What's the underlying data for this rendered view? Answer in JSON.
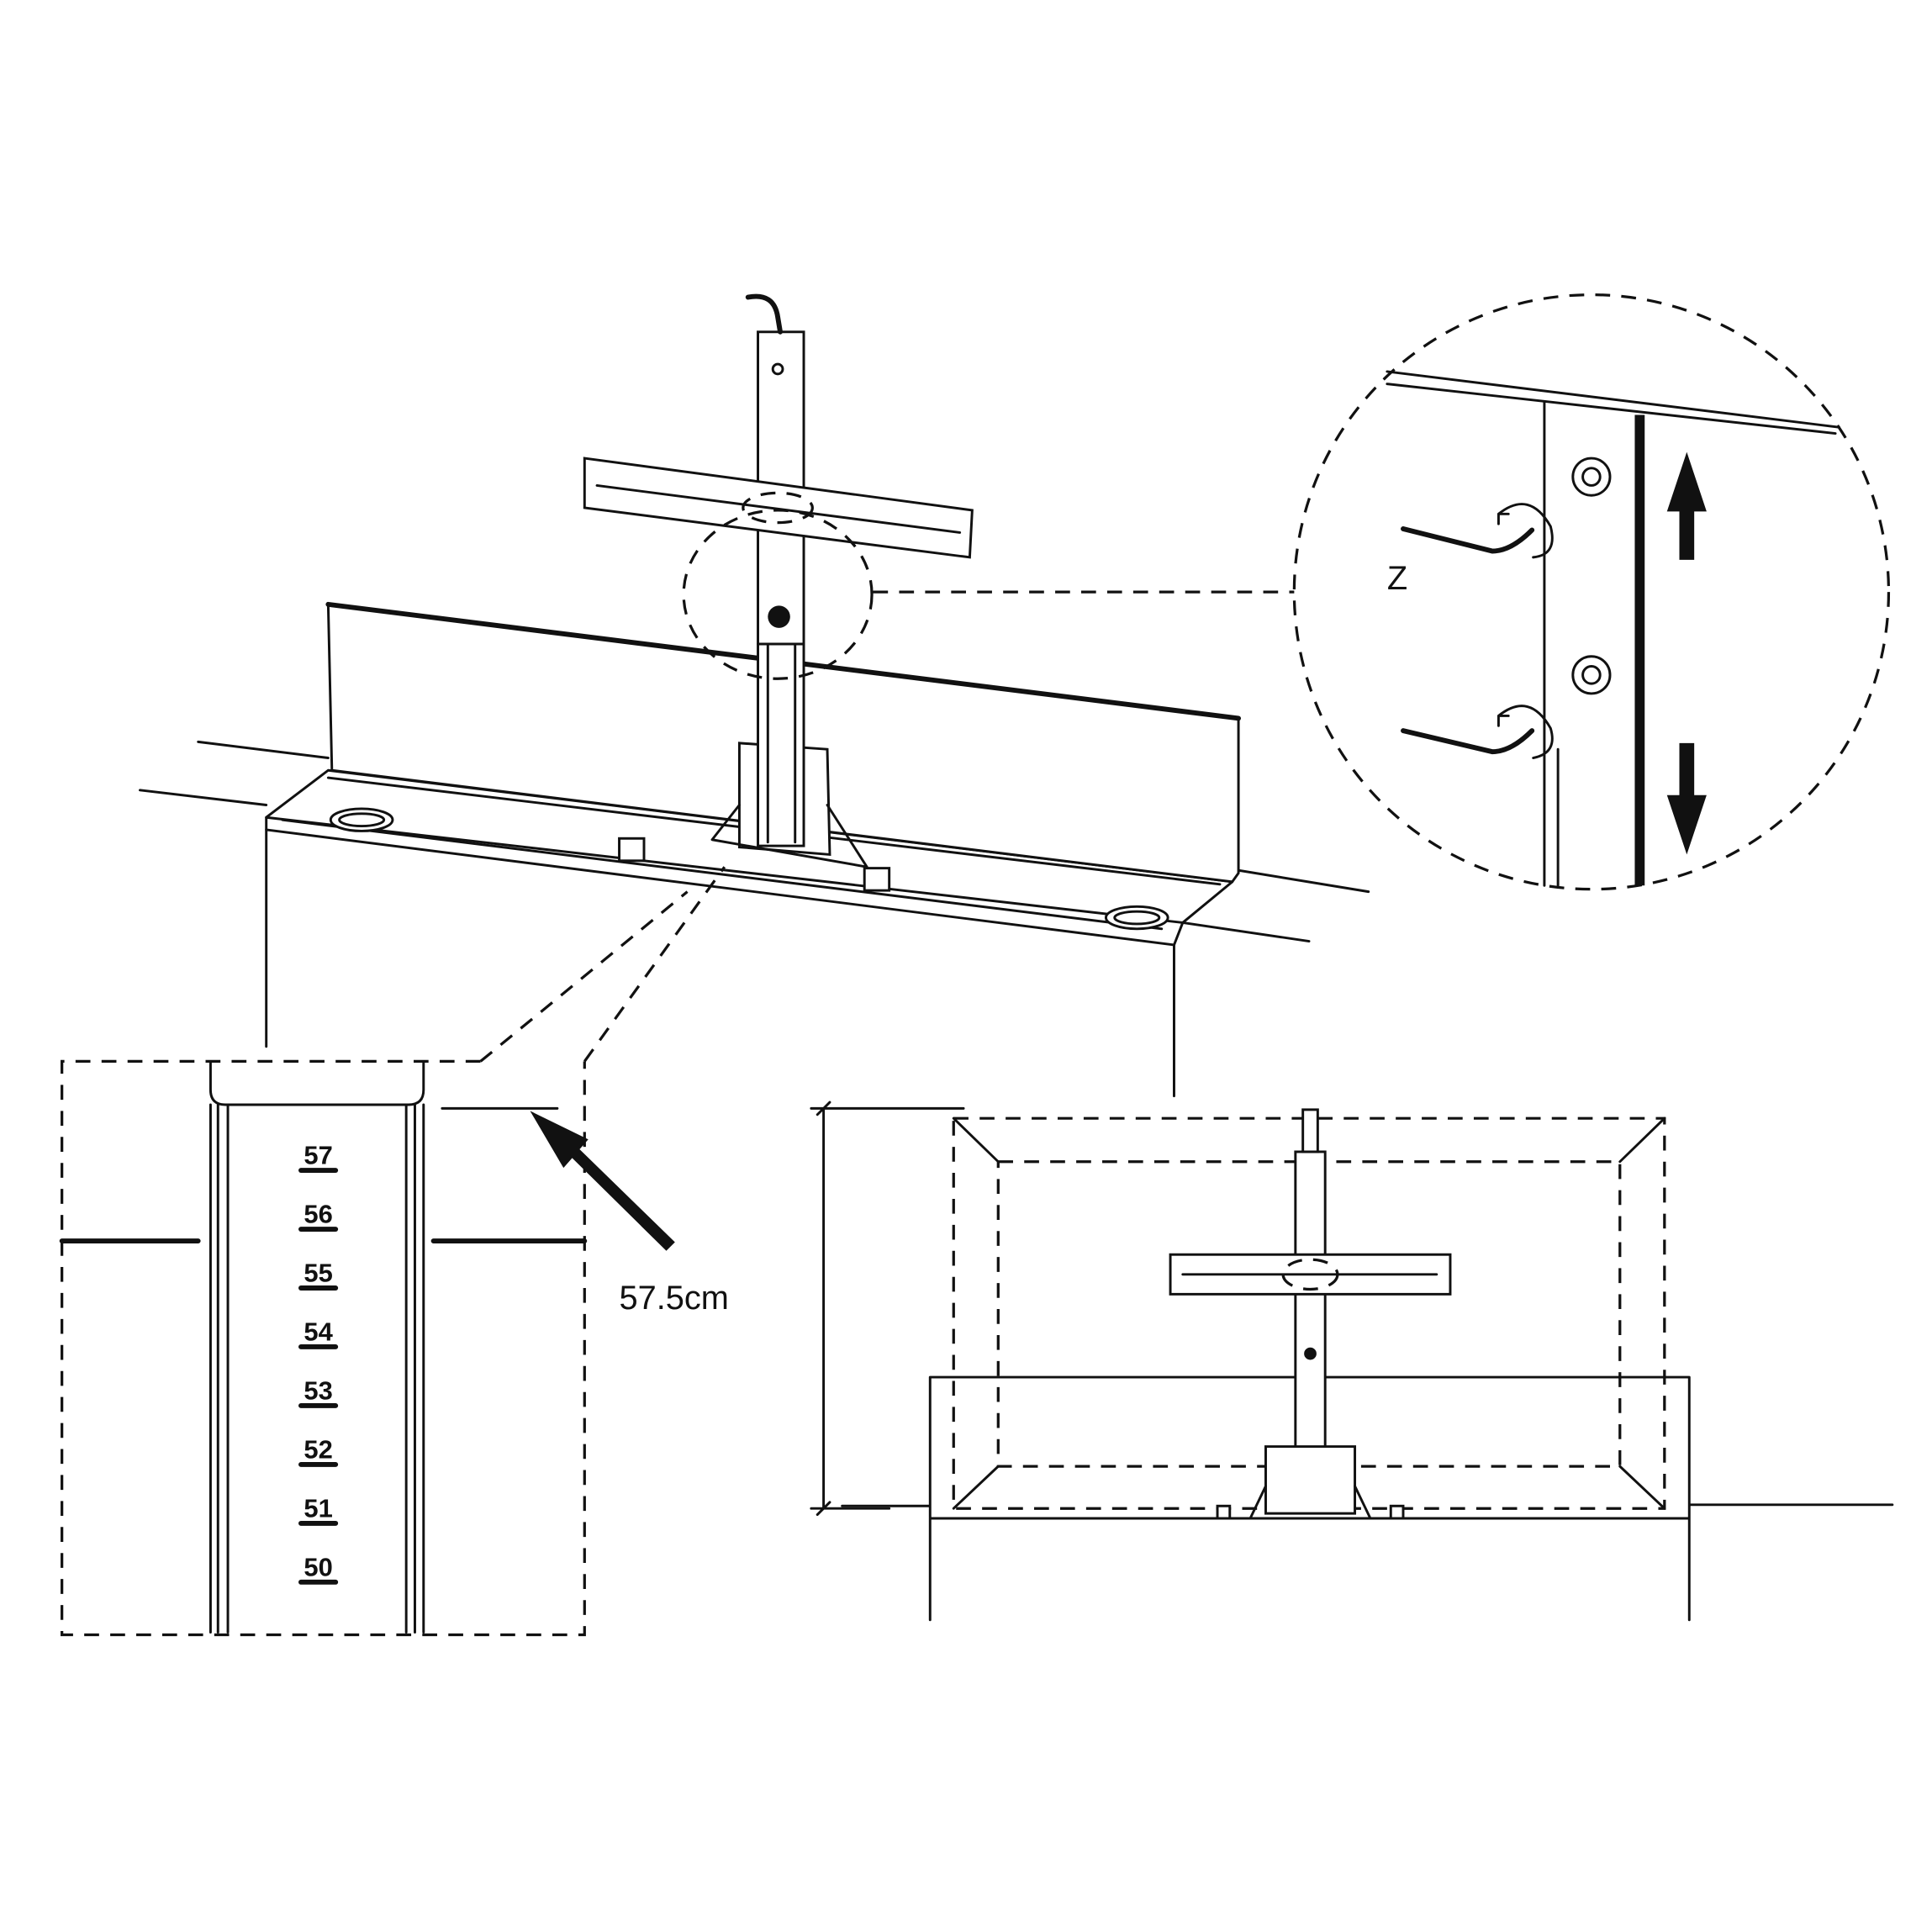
{
  "figure": {
    "measurement_label": "57.5cm",
    "rotation_label": "Z",
    "height_scale": [
      "57",
      "56",
      "55",
      "54",
      "53",
      "52",
      "51",
      "50"
    ],
    "line_color": "#111111",
    "background_color": "#ffffff"
  }
}
